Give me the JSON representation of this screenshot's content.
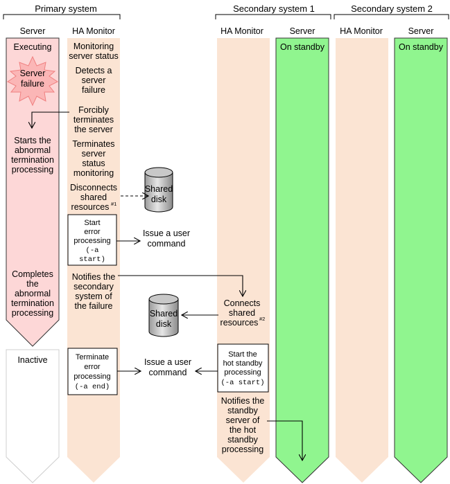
{
  "headers": {
    "primary": "Primary system",
    "secondary1": "Secondary system 1",
    "secondary2": "Secondary system 2"
  },
  "columns": {
    "server": "Server",
    "ha_monitor": "HA Monitor"
  },
  "primary_server": {
    "executing": "Executing",
    "failure_line1": "Server",
    "failure_line2": "failure",
    "starts_abnormal": [
      "Starts the",
      "abnormal",
      "termination",
      "processing"
    ],
    "completes_abnormal": [
      "Completes",
      "the",
      "abnormal",
      "termination",
      "processing"
    ],
    "inactive": "Inactive"
  },
  "primary_ha": {
    "monitoring": [
      "Monitoring",
      "server status"
    ],
    "detects": [
      "Detects a",
      "server",
      "failure"
    ],
    "forcibly": [
      "Forcibly",
      "terminates",
      "the server"
    ],
    "terminates_monitoring": [
      "Terminates",
      "server",
      "status",
      "monitoring"
    ],
    "disconnects": [
      "Disconnects",
      "shared",
      "resources"
    ],
    "disconnects_note": "#1",
    "start_error": [
      "Start",
      "error",
      "processing"
    ],
    "start_error_cmd": [
      "(-a",
      "start)"
    ],
    "notifies": [
      "Notifies the",
      "secondary",
      "system of",
      "the failure"
    ],
    "terminate_error": [
      "Terminate",
      "error",
      "processing"
    ],
    "terminate_error_cmd": "(-a end)"
  },
  "shared_disk": [
    "Shared",
    "disk"
  ],
  "user_command": [
    "Issue a user",
    "command"
  ],
  "secondary1_ha": {
    "connects": [
      "Connects",
      "shared",
      "resources"
    ],
    "connects_note": "#2",
    "start_hot": [
      "Start the",
      "hot standby",
      "processing"
    ],
    "start_hot_cmd": "(-a start)",
    "notifies_standby": [
      "Notifies the",
      "standby",
      "server of",
      "the hot",
      "standby",
      "processing"
    ]
  },
  "standby_label": "On standby",
  "colors": {
    "server_pink": "#fdd7d7",
    "ha_peach": "#fbe4d3",
    "standby_green": "#90f58f",
    "failure_star": "#fbb6b6"
  }
}
